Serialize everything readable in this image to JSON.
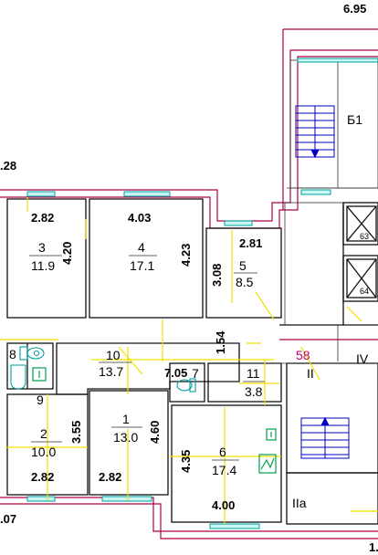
{
  "dimensions": {
    "top_right": "6.95",
    "left_upper": ".28",
    "left_lower": ".07",
    "bottom_right": "1.",
    "room3_width": "2.82",
    "room3_height": "4.20",
    "room4_width": "4.03",
    "room4_height": "4.23",
    "room5_width": "2.81",
    "room5_height": "3.08",
    "corridor_width": "7.05",
    "corridor_height": "1.54",
    "room2_height": "3.55",
    "room2_width": "2.82",
    "room1_height": "4.60",
    "room1_width": "2.82",
    "room6_height": "4.35",
    "room6_width": "4.00"
  },
  "rooms": [
    {
      "number": "3",
      "area": "11.9"
    },
    {
      "number": "4",
      "area": "17.1"
    },
    {
      "number": "5",
      "area": "8.5"
    },
    {
      "number": "10",
      "area": "13.7"
    },
    {
      "number": "2",
      "area": "10.0"
    },
    {
      "number": "1",
      "area": "13.0"
    },
    {
      "number": "11",
      "area": "3.8"
    },
    {
      "number": "6",
      "area": "17.4"
    }
  ],
  "small_rooms": {
    "r8": "8",
    "r9": "9",
    "r7": "7"
  },
  "labels": {
    "b1": "Б1",
    "flat_no": "58",
    "ii": "II",
    "iv": "IV",
    "iia": "IIa",
    "shaft1": "63",
    "shaft2": "64"
  },
  "colors": {
    "outer_wall": "#b0004a",
    "inner_wall": "#111111",
    "dimension_line": "#f2e000",
    "window": "#00a0a0",
    "stair": "#0000c0",
    "fixture": "#00a050",
    "flat_number": "#c0006a"
  }
}
